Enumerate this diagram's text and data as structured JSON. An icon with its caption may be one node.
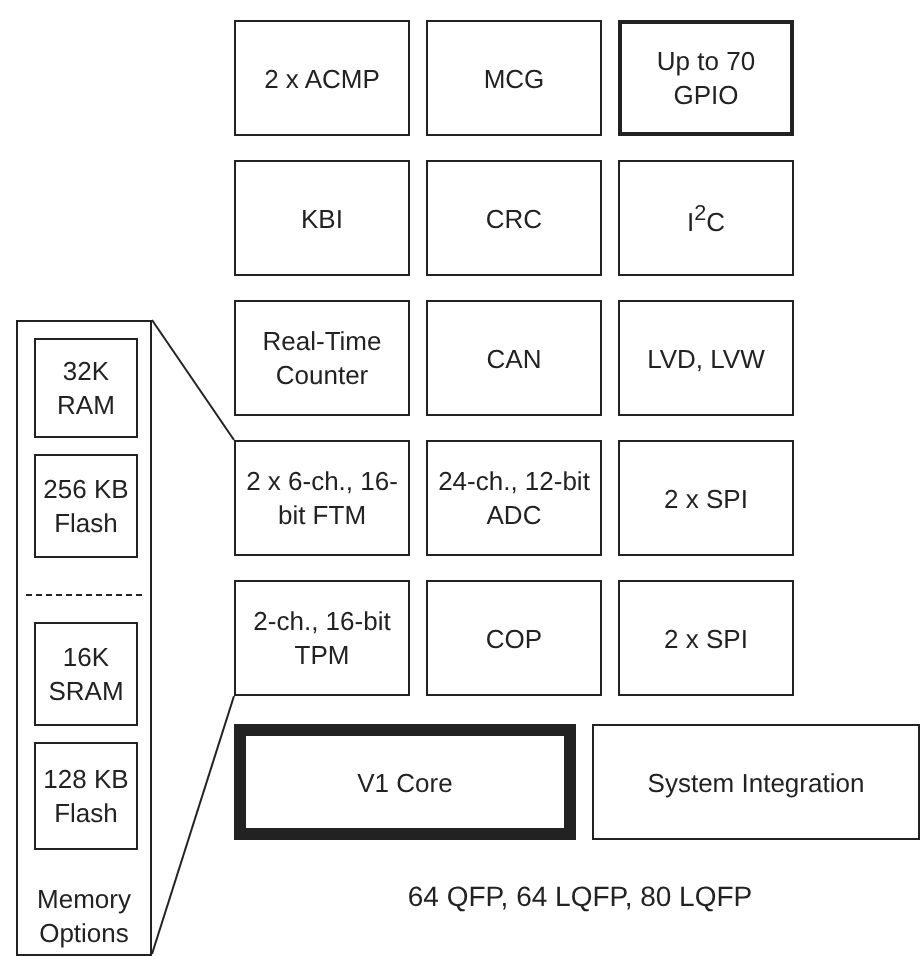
{
  "diagram": {
    "nodes": [
      {
        "text": [
          "2 x ACMP"
        ]
      },
      {
        "text": [
          "MCG"
        ]
      },
      {
        "text": [
          "Up to 70 GPIO"
        ]
      },
      {
        "text": [
          "KBI"
        ]
      },
      {
        "text": [
          "CRC"
        ]
      },
      {
        "text": [
          "I$^{2}$C"
        ]
      },
      {
        "text": [
          "Real-Time Counter"
        ]
      },
      {
        "text": [
          "CAN"
        ]
      },
      {
        "text": [
          "LVD, LVW"
        ]
      },
      {
        "text": [
          "2 x 6-ch., 16-bit FTM"
        ]
      },
      {
        "text": [
          "24-ch., 12-bit ADC"
        ]
      },
      {
        "text": [
          "2 x SPI"
        ]
      },
      {
        "text": [
          "2-ch., 16-bit TPM"
        ]
      },
      {
        "text": [
          "COP"
        ]
      },
      {
        "text": [
          "2 x SPI"
        ]
      },
      {
        "text": [
          "V1 Core"
        ]
      },
      {
        "text": [
          "System Integration"
        ]
      },
      {
        "text": [
          "Memory Options"
        ]
      },
      {
        "text": [
          "32K RAM"
        ],
        "in": 17
      },
      {
        "text": [
          "256 KB Flash"
        ],
        "in": 17
      },
      {
        "text": [
          "16K SRAM"
        ],
        "in": 17
      },
      {
        "text": [
          "128 KB Flash"
        ],
        "in": 17
      }
    ],
    "edges": [
      {
        "from": 17,
        "to": 9,
        "arrow": "none"
      },
      {
        "from": 17,
        "to": 12,
        "arrow": "none"
      }
    ],
    "labels": [
      "64 QFP, 64 LQFP, 80 LQFP"
    ]
  }
}
